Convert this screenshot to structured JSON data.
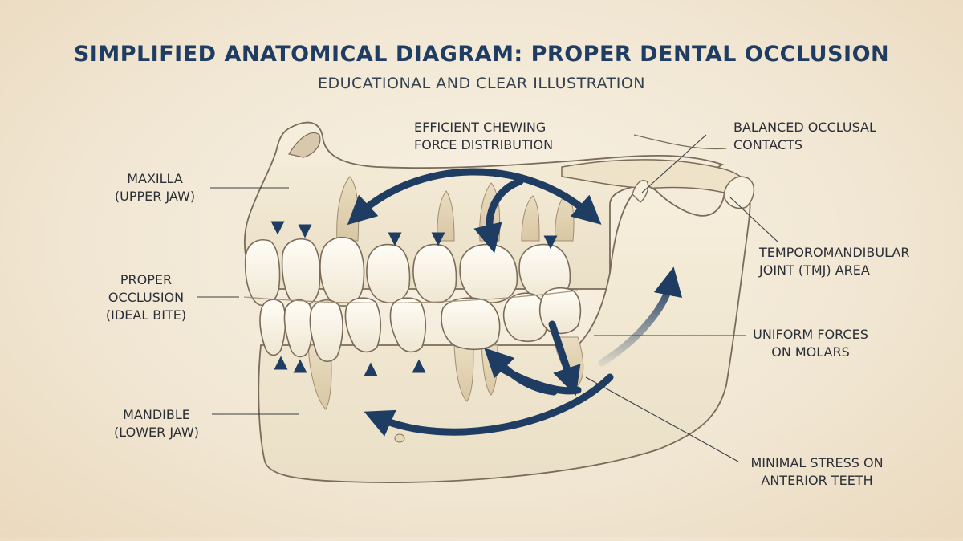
{
  "title": "SIMPLIFIED ANATOMICAL DIAGRAM: PROPER DENTAL OCCLUSION",
  "subtitle": "EDUCATIONAL AND CLEAR ILLUSTRATION",
  "labels": {
    "maxilla": [
      "MAXILLA",
      "(UPPER JAW)"
    ],
    "proper_occlusion": [
      "PROPER",
      "OCCLUSION",
      "(IDEAL BITE)"
    ],
    "mandible": [
      "MANDIBLE",
      "(LOWER JAW)"
    ],
    "chewing_force": [
      "EFFICIENT CHEWING",
      "FORCE DISTRIBUTION"
    ],
    "occlusal_contacts": [
      "BALANCED OCCLUSAL",
      "CONTACTS"
    ],
    "tmj": [
      "TEMPOROMANDIBULAR",
      "JOINT (TMJ) AREA"
    ],
    "uniform_forces": [
      "UNIFORM FORCES",
      "ON MOLARS"
    ],
    "minimal_stress": [
      "MINIMAL STRESS ON",
      "ANTERIOR TEETH"
    ]
  },
  "colors": {
    "title": "#1f3d63",
    "arrow": "#1f3d63",
    "bone": "#f3ead6",
    "tooth": "#fbf8ef",
    "outline": "#7a6c59"
  }
}
